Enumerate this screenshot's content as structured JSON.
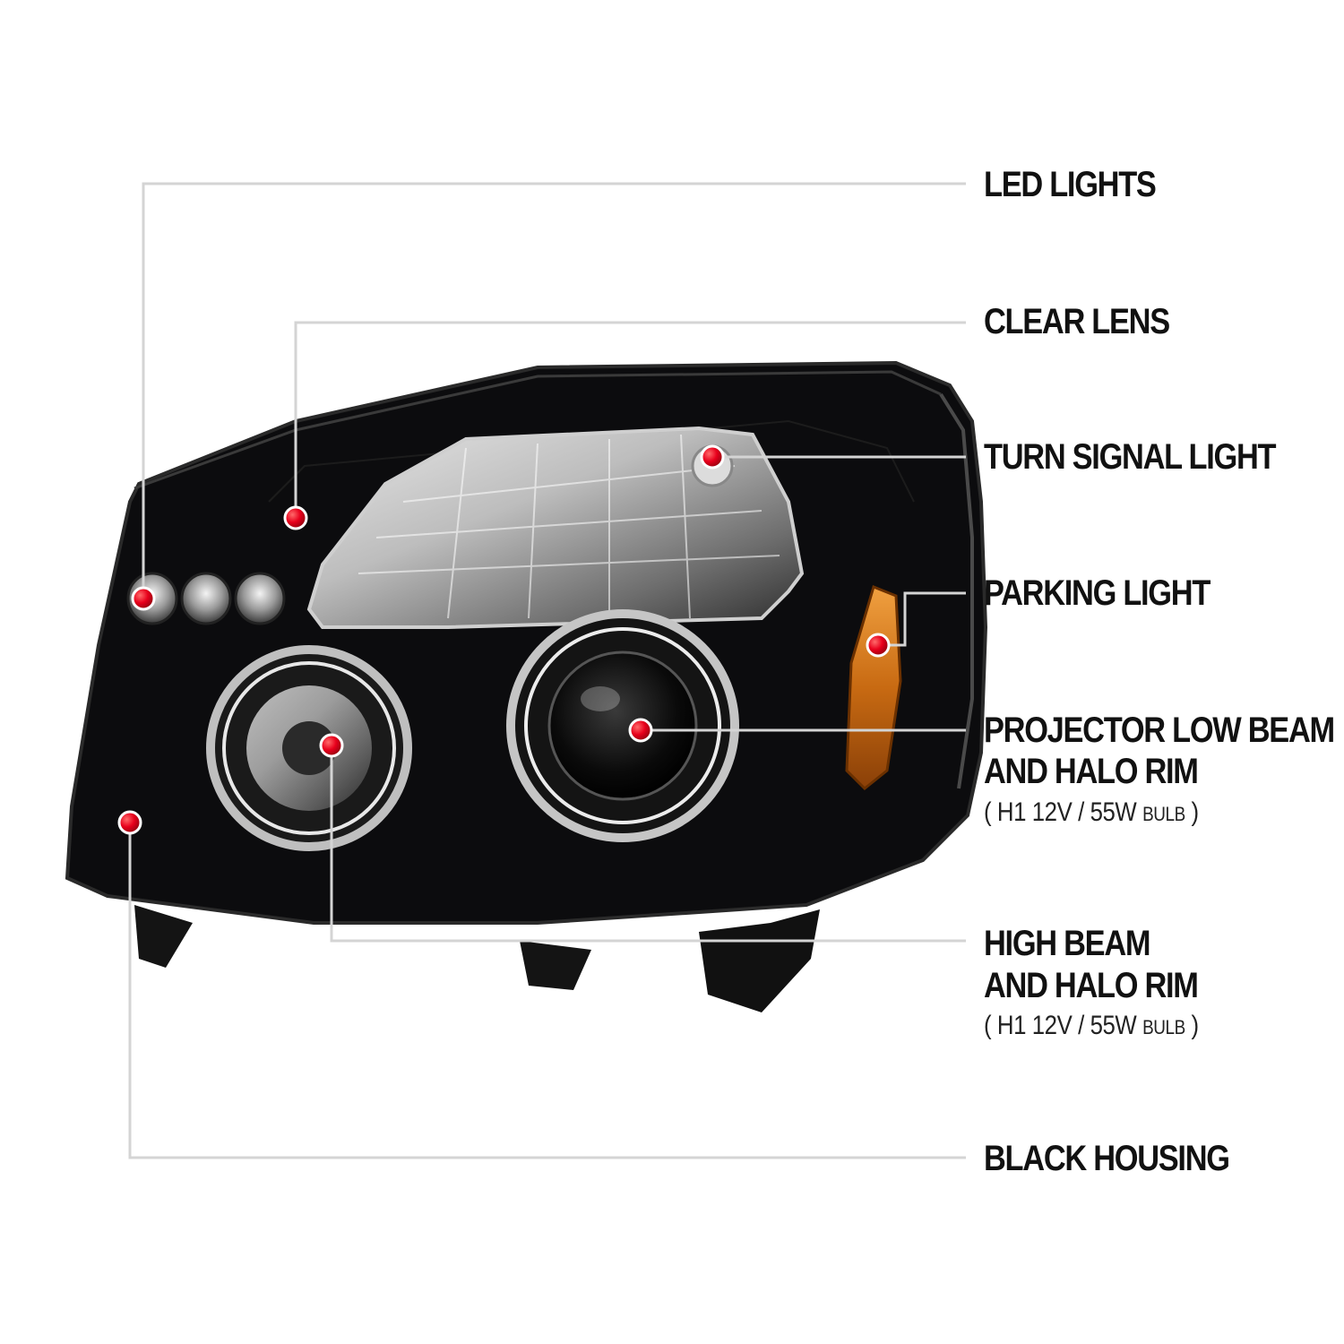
{
  "callouts": [
    {
      "id": "led",
      "title": "LED LIGHTS"
    },
    {
      "id": "lens",
      "title": "CLEAR LENS"
    },
    {
      "id": "turn",
      "title": "TURN SIGNAL LIGHT"
    },
    {
      "id": "parking",
      "title": "PARKING LIGHT"
    },
    {
      "id": "projector",
      "title_line1": "PROJECTOR LOW BEAM",
      "title_line2": "AND HALO RIM",
      "spec_open": "( H1  12V / 55W ",
      "spec_bulb": "BULB",
      "spec_close": " )"
    },
    {
      "id": "highbeam",
      "title_line1": "HIGH BEAM",
      "title_line2": "AND HALO RIM",
      "spec_open": "( H1  12V / 55W ",
      "spec_bulb": "BULB",
      "spec_close": " )"
    },
    {
      "id": "housing",
      "title": "BLACK HOUSING"
    }
  ],
  "colors": {
    "leader_line": "#d4d4d4",
    "marker": "#e8001c",
    "housing": "#0c0c0e",
    "amber": "#c86a12"
  }
}
